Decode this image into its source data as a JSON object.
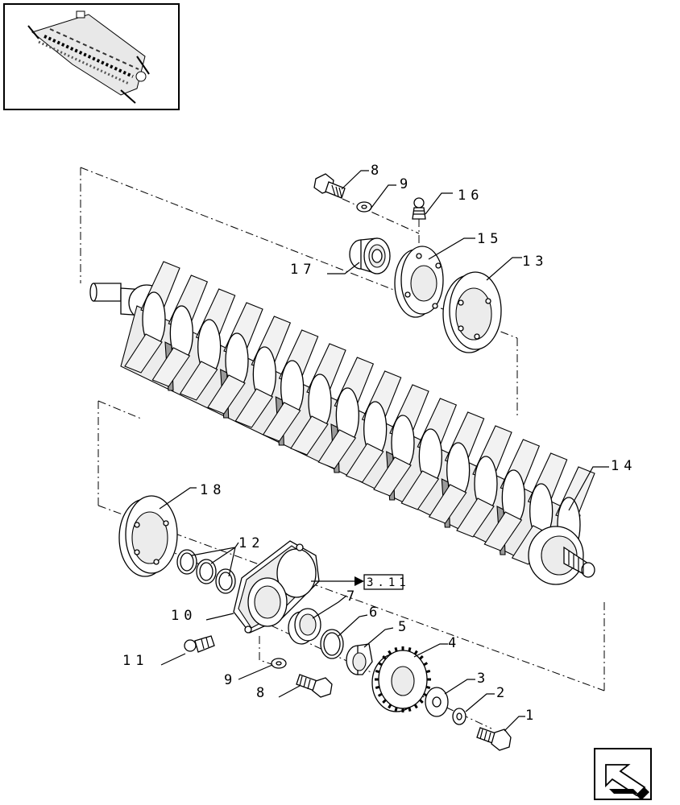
{
  "thumbnail": {
    "icon": "rotor-assembly-thumbnail-icon"
  },
  "callouts": {
    "c1": "1",
    "c2": "2",
    "c3": "3",
    "c4": "4",
    "c5": "5",
    "c6": "6",
    "c7": "7",
    "c8a": "8",
    "c8b": "8",
    "c9a": "9",
    "c9b": "9",
    "c10": "10",
    "c11": "11",
    "c12": "12",
    "c13": "13",
    "c14": "14",
    "c15": "15",
    "c16": "16",
    "c17": "17",
    "c18": "18"
  },
  "reference_box": {
    "label": "3.11"
  },
  "nav": {
    "icon": "previous-page-arrow-icon"
  }
}
